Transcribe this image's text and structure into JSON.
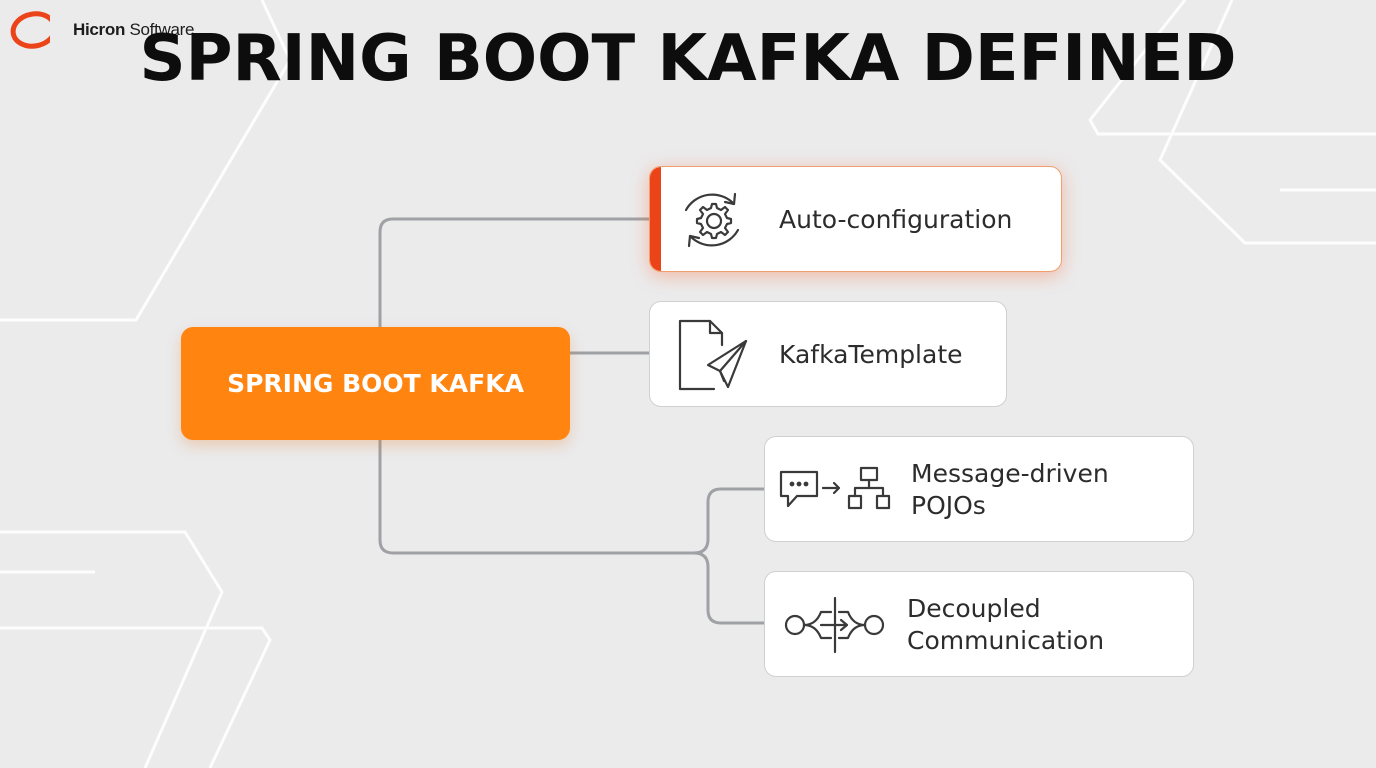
{
  "brand": {
    "name_bold": "Hicron",
    "name_light": " Software",
    "accent_color": "#ec4419"
  },
  "title": "SPRING BOOT KAFKA DEFINED",
  "hub": {
    "label": "SPRING BOOT KAFKA",
    "color": "#ff8410"
  },
  "cards": {
    "auto_configuration": {
      "label": "Auto-configuration",
      "icon": "gear-cycle-icon"
    },
    "kafka_template": {
      "label": "KafkaTemplate",
      "icon": "document-paper-plane-icon"
    },
    "message_driven": {
      "line1": "Message-driven",
      "line2": "POJOs",
      "icon": "chat-to-hierarchy-icon"
    },
    "decoupled": {
      "line1": "Decoupled",
      "line2": "Communication",
      "icon": "decoupled-nodes-icon"
    }
  },
  "colors": {
    "background": "#ebebec",
    "connector": "#9fa1a5",
    "card_border": "#cfd0d3"
  }
}
